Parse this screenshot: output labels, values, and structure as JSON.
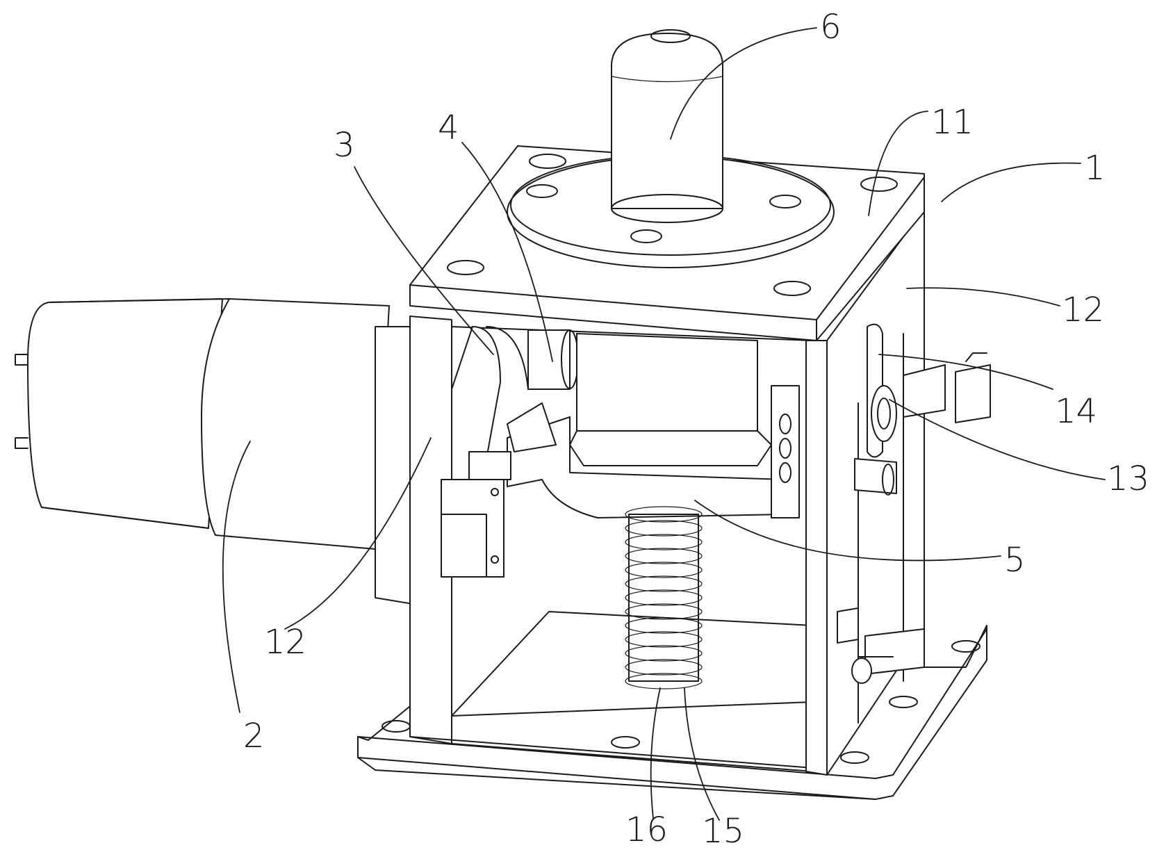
{
  "labels": {
    "n1": "1",
    "n2": "2",
    "n3": "3",
    "n4": "4",
    "n5": "5",
    "n6": "6",
    "n11": "11",
    "n12_right": "12",
    "n12_left": "12",
    "n13": "13",
    "n14": "14",
    "n15": "15",
    "n16": "16"
  }
}
